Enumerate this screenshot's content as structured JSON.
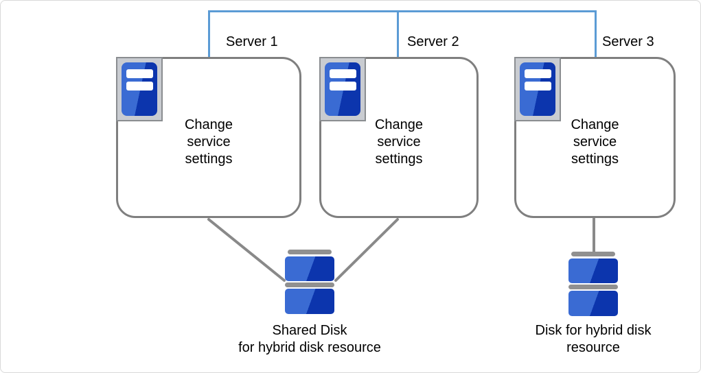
{
  "colors": {
    "network-blue": "#5B9BD5",
    "box-border": "#7F7F7F",
    "connector-gray": "#898989",
    "disk-bar-gray": "#909090",
    "icon-frame-fill": "#C9CCD1",
    "icon-frame-border": "#8A8D90",
    "icon-blue-light": "#3A6BD3",
    "icon-blue-dark": "#0C35AD",
    "canvas-border": "#D9D9D9"
  },
  "servers": [
    {
      "label": "Server 1",
      "body": [
        "Change",
        "service",
        "settings"
      ]
    },
    {
      "label": "Server 2",
      "body": [
        "Change",
        "service",
        "settings"
      ]
    },
    {
      "label": "Server 3",
      "body": [
        "Change",
        "service",
        "settings"
      ]
    }
  ],
  "disks": {
    "shared": {
      "label": [
        "Shared Disk",
        "for hybrid disk resource"
      ]
    },
    "hybrid": {
      "label": [
        "Disk for hybrid disk",
        "resource"
      ]
    }
  }
}
